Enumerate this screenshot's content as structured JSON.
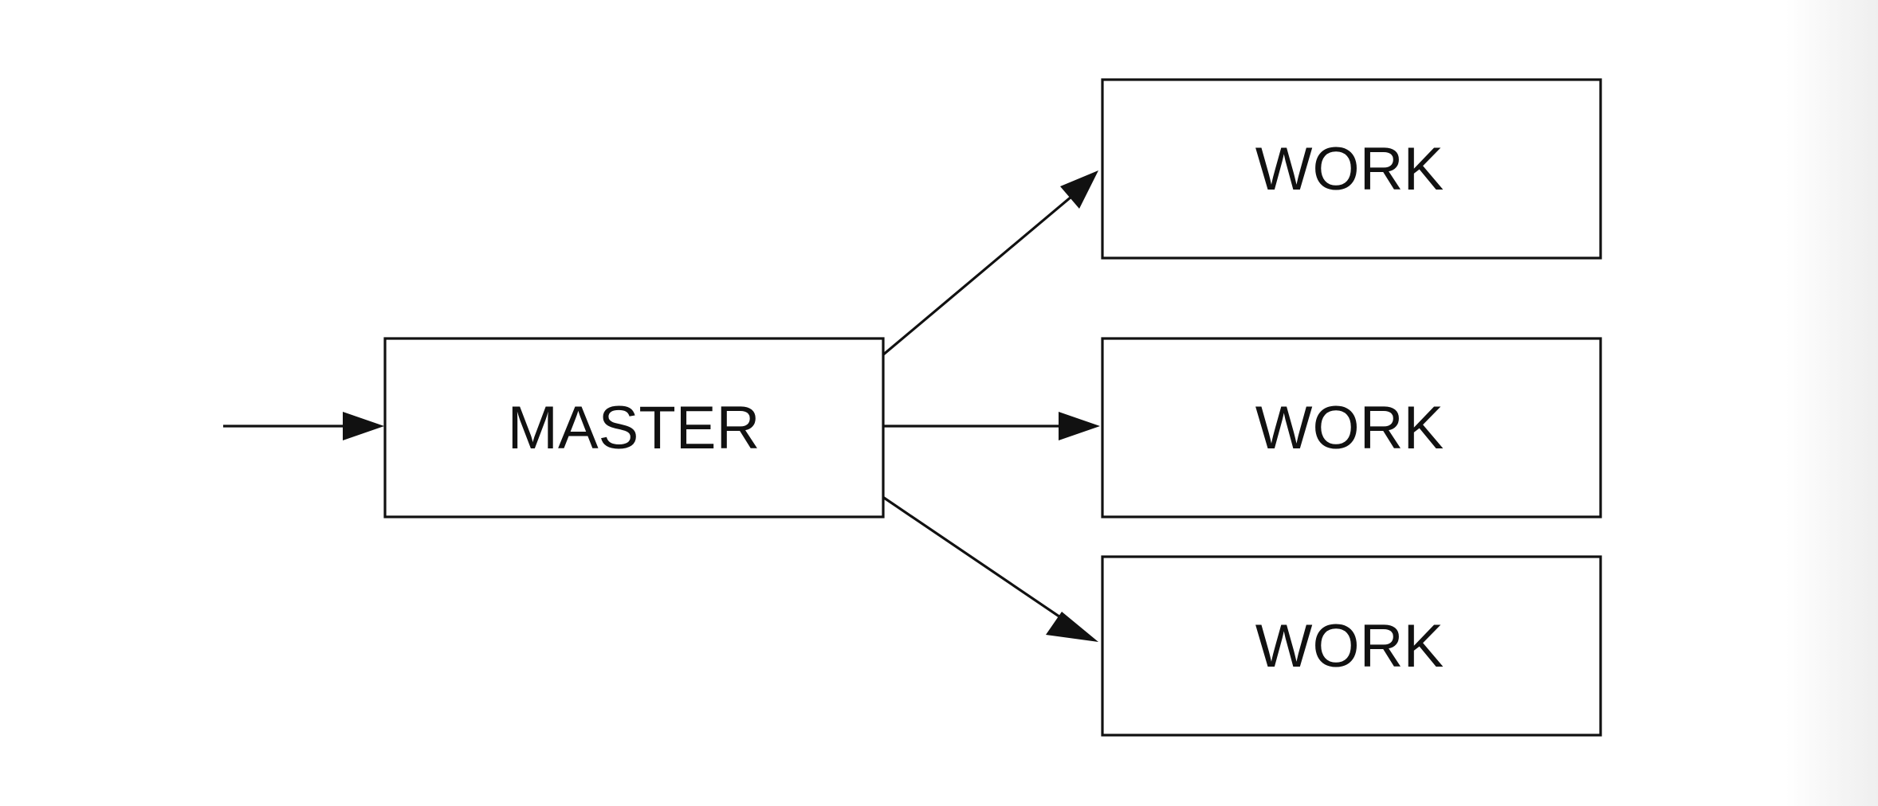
{
  "diagram": {
    "nodes": {
      "master": {
        "label": "MASTER"
      },
      "work_top": {
        "label": "WORK"
      },
      "work_middle": {
        "label": "WORK"
      },
      "work_bottom": {
        "label": "WORK"
      }
    },
    "edges": [
      {
        "from": "input",
        "to": "master"
      },
      {
        "from": "master",
        "to": "work_top"
      },
      {
        "from": "master",
        "to": "work_middle"
      },
      {
        "from": "master",
        "to": "work_bottom"
      }
    ],
    "colors": {
      "stroke": "#111111",
      "background": "#ffffff"
    }
  }
}
